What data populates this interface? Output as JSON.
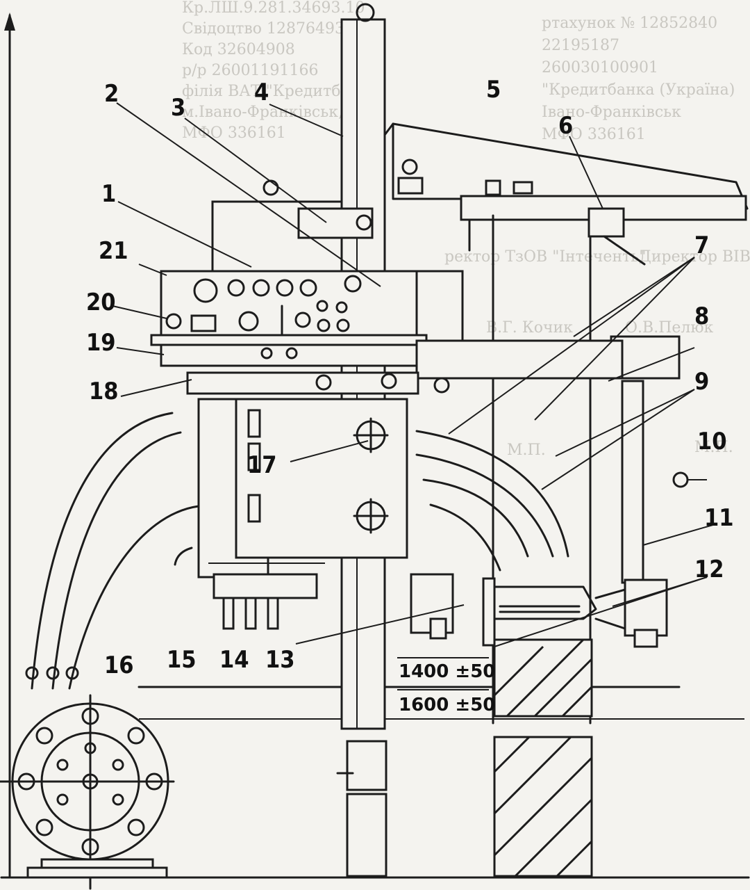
{
  "background_text": [
    "Кр.ЛШ.9.281.34693.10",
    "Свідоцтво 12876493",
    "Код 32604908",
    "р/р 26001191166",
    "філія ВАТ \"Кредитбанк\"",
    "м.Івано-Франківськ,",
    "МФО 336161",
    "ртахунок № 12852840",
    "22195187",
    "260030100901",
    "\"Кредитбанка (Україна)",
    "Івано-Франківськ",
    "МФО 336161",
    "ректор ТзОВ \"Інтеченть\"",
    "Директор ВІВ \"Енк\"",
    "В.Г. Кочик",
    "О.В.Пелюк",
    "М.П.",
    "М.П."
  ],
  "callouts": [
    "1",
    "2",
    "3",
    "4",
    "5",
    "6",
    "7",
    "8",
    "9",
    "10",
    "11",
    "12",
    "13",
    "14",
    "15",
    "16",
    "17",
    "18",
    "19",
    "20",
    "21"
  ],
  "dimensions": {
    "inner": "1400 ±50",
    "outer": "1600 ±50"
  }
}
